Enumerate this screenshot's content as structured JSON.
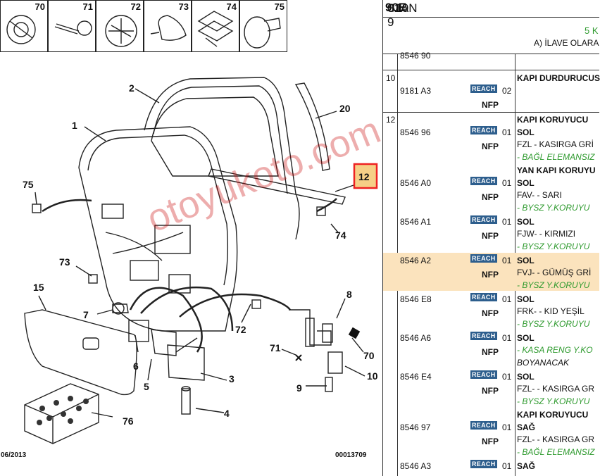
{
  "diagram": {
    "box_codes": [
      "70",
      "71",
      "72",
      "73",
      "74",
      "75"
    ],
    "callouts": {
      "c1": "1",
      "c2": "2",
      "c20": "20",
      "c12": "12",
      "c75": "75",
      "c74": "74",
      "c73": "73",
      "c15": "15",
      "c7": "7",
      "c8": "8",
      "c6": "6",
      "c5": "5",
      "c3": "3",
      "c72": "72",
      "c71": "71",
      "c70": "70",
      "c10": "10",
      "c9": "9",
      "c4": "4",
      "c76": "76"
    },
    "footer_left": "06/2013",
    "footer_right": "00013709",
    "watermark": "otoyukoto.com"
  },
  "panel": {
    "code_prefix": "S10N 9 ",
    "code_bold": "90E",
    "code_suffix": " 01A",
    "header_num": "5 K",
    "header_sub": "A) İLAVE OLARA",
    "cut_top": "8546 90",
    "reach_label": "REACH",
    "nfp_label": "NFP",
    "groups": [
      {
        "num": "10"
      },
      {
        "num": "12"
      }
    ],
    "rows": [
      {
        "part": "9181 A3",
        "qty": "02",
        "title": "KAPI DURDURUCUS",
        "side": "",
        "desc": "",
        "note": ""
      },
      {
        "part": "8546 96",
        "qty": "01",
        "title": "KAPI KORUYUCU",
        "side": "SOL",
        "desc": "FZL - KASIRGA GRİ",
        "note": "- BAĞL ELEMANSIZ"
      },
      {
        "part": "8546 A0",
        "qty": "01",
        "title": "YAN KAPI KORUYU",
        "side": "SOL",
        "desc": "FAV- - SARI",
        "note": "- BYSZ Y.KORUYU"
      },
      {
        "part": "8546 A1",
        "qty": "01",
        "title": "",
        "side": "SOL",
        "desc": "FJW- - KIRMIZI",
        "note": "- BYSZ Y.KORUYU"
      },
      {
        "part": "8546 A2",
        "qty": "01",
        "title": "",
        "side": "SOL",
        "desc": "FVJ- - GÜMÜŞ GRİ",
        "note": "- BYSZ Y.KORUYU"
      },
      {
        "part": "8546 E8",
        "qty": "01",
        "title": "",
        "side": "SOL",
        "desc": "FRK- - KID YEŞİL",
        "note": "- BYSZ Y.KORUYU"
      },
      {
        "part": "8546 A6",
        "qty": "01",
        "title": "",
        "side": "SOL",
        "desc": "- KASA RENG Y.KO",
        "note": "BOYANACAK"
      },
      {
        "part": "8546 E4",
        "qty": "01",
        "title": "",
        "side": "SOL",
        "desc": "FZL- - KASIRGA GR",
        "note": "- BYSZ Y.KORUYU"
      },
      {
        "part": "8546 97",
        "qty": "01",
        "title": "KAPI KORUYUCU",
        "side": "SAĞ",
        "desc": "FZL- - KASIRGA GR",
        "note": "- BAĞL ELEMANSIZ"
      },
      {
        "part": "8546 A3",
        "qty": "01",
        "title": "",
        "side": "SAĞ",
        "desc": "",
        "note": ""
      }
    ],
    "highlight_color": "#fbe3bd"
  }
}
